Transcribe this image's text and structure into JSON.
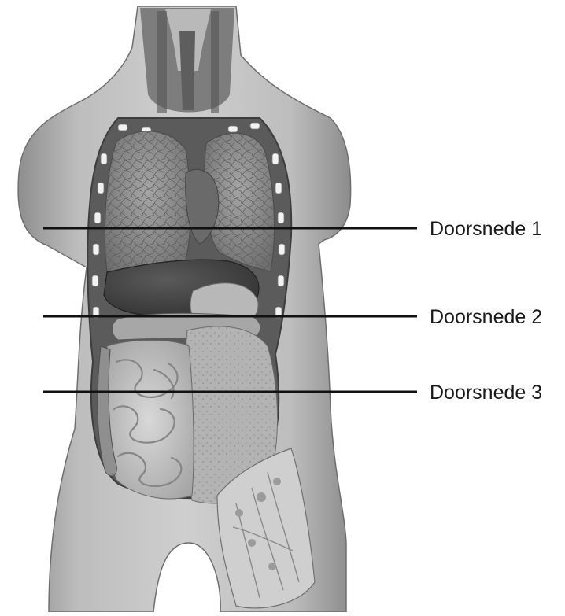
{
  "figure": {
    "sections": [
      {
        "label": "Doorsnede 1"
      },
      {
        "label": "Doorsnede 2"
      },
      {
        "label": "Doorsnede 3"
      }
    ]
  }
}
